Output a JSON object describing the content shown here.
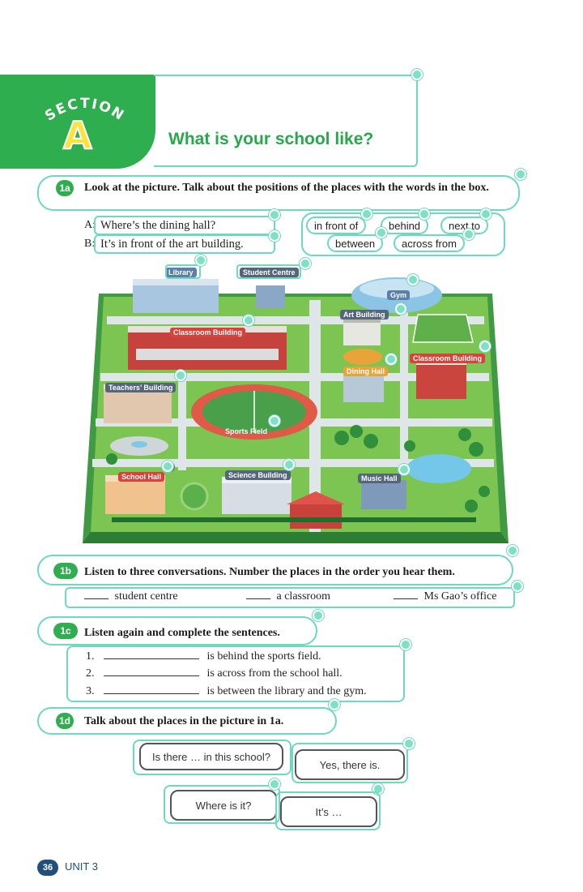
{
  "header": {
    "section_word": "SECTION",
    "section_letter": "A",
    "title": "What is your school like?"
  },
  "exercise_1a": {
    "badge": "1a",
    "instruction": "Look at the picture. Talk about the positions of the places with the words in the box.",
    "dialogue": [
      {
        "speaker": "A:",
        "text": "Where’s the dining hall?"
      },
      {
        "speaker": "B:",
        "text": "It’s in front of the art building."
      }
    ],
    "word_box": [
      "in front of",
      "behind",
      "next to",
      "between",
      "across from"
    ]
  },
  "map": {
    "labels": {
      "library": "Library",
      "student_centre": "Student Centre",
      "gym": "Gym",
      "art_building": "Art Building",
      "classroom_building_1": "Classroom Building",
      "classroom_building_2": "Classroom Building",
      "dining_hall": "Dining Hall",
      "teachers_building": "Teachers’ Building",
      "sports_field": "Sports Field",
      "school_hall": "School Hall",
      "science_building": "Science Building",
      "music_hall": "Music Hall"
    }
  },
  "exercise_1b": {
    "badge": "1b",
    "instruction": "Listen to three conversations. Number the places in the order you hear them.",
    "items": [
      "student centre",
      "a classroom",
      "Ms Gao’s office"
    ]
  },
  "exercise_1c": {
    "badge": "1c",
    "instruction": "Listen again and complete the sentences.",
    "sentences": [
      {
        "num": "1.",
        "text": "is behind the sports field."
      },
      {
        "num": "2.",
        "text": "is across from the school hall."
      },
      {
        "num": "3.",
        "text": "is between the library and the gym."
      }
    ]
  },
  "exercise_1d": {
    "badge": "1d",
    "instruction": "Talk about the places in the picture in 1a.",
    "bubbles": [
      "Is there … in this school?",
      "Yes, there is.",
      "Where is it?",
      "It’s …"
    ]
  },
  "footer": {
    "page_number": "36",
    "unit": "UNIT 3"
  },
  "colors": {
    "brand_green": "#2fae4f",
    "selection_teal": "#6fd8c0",
    "letter_yellow": "#ffe23a",
    "footer_navy": "#1f4f7a"
  }
}
